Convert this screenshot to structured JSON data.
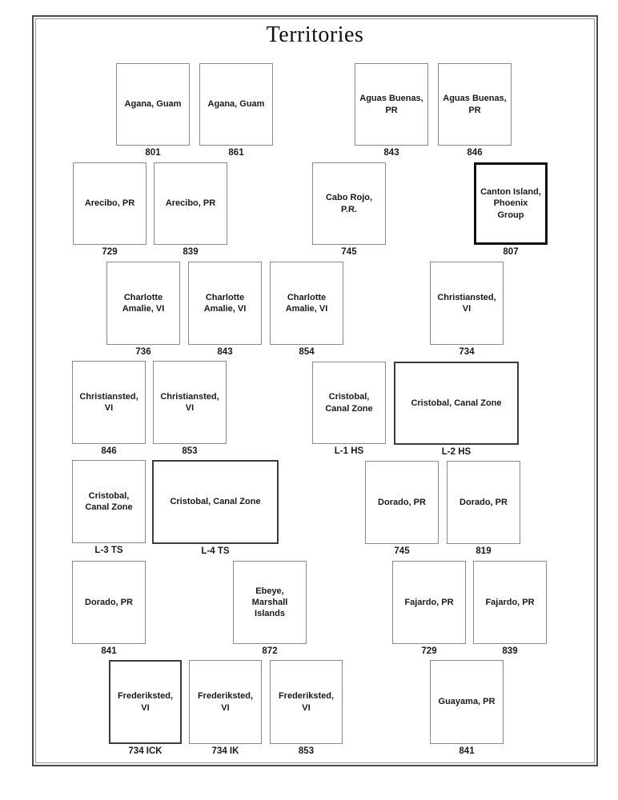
{
  "page": {
    "title": "Territories"
  },
  "colors": {
    "box_border": "#8a8a8a",
    "emphasis_border": "#111111",
    "medium_border": "#3c3c3c",
    "text": "#1a1a1a"
  },
  "boxes": [
    {
      "label": "Agana, Guam",
      "number": "801"
    },
    {
      "label": "Agana, Guam",
      "number": "861"
    },
    {
      "label": "Aguas Buenas, PR",
      "number": "843"
    },
    {
      "label": "Aguas Buenas, PR",
      "number": "846"
    },
    {
      "label": "Arecibo, PR",
      "number": "729"
    },
    {
      "label": "Arecibo, PR",
      "number": "839"
    },
    {
      "label": "Cabo Rojo, P.R.",
      "number": "745"
    },
    {
      "label": "Canton Island, Phoenix Group",
      "number": "807"
    },
    {
      "label": "Charlotte Amalie, VI",
      "number": "736"
    },
    {
      "label": "Charlotte Amalie, VI",
      "number": "843"
    },
    {
      "label": "Charlotte Amalie, VI",
      "number": "854"
    },
    {
      "label": "Christiansted, VI",
      "number": "734"
    },
    {
      "label": "Christiansted, VI",
      "number": "846"
    },
    {
      "label": "Christiansted, VI",
      "number": "853"
    },
    {
      "label": "Cristobal, Canal Zone",
      "number": "L-1 HS"
    },
    {
      "label": "Cristobal, Canal Zone",
      "number": "L-2 HS"
    },
    {
      "label": "Cristobal, Canal Zone",
      "number": "L-3 TS"
    },
    {
      "label": "Cristobal, Canal Zone",
      "number": "L-4 TS"
    },
    {
      "label": "Dorado, PR",
      "number": "745"
    },
    {
      "label": "Dorado, PR",
      "number": "819"
    },
    {
      "label": "Dorado, PR",
      "number": "841"
    },
    {
      "label": "Ebeye, Marshall Islands",
      "number": "872"
    },
    {
      "label": "Fajardo, PR",
      "number": "729"
    },
    {
      "label": "Fajardo, PR",
      "number": "839"
    },
    {
      "label": "Frederiksted, VI",
      "number": "734 ICK"
    },
    {
      "label": "Frederiksted, VI",
      "number": "734 IK"
    },
    {
      "label": "Frederiksted, VI",
      "number": "853"
    },
    {
      "label": "Guayama, PR",
      "number": "841"
    }
  ]
}
